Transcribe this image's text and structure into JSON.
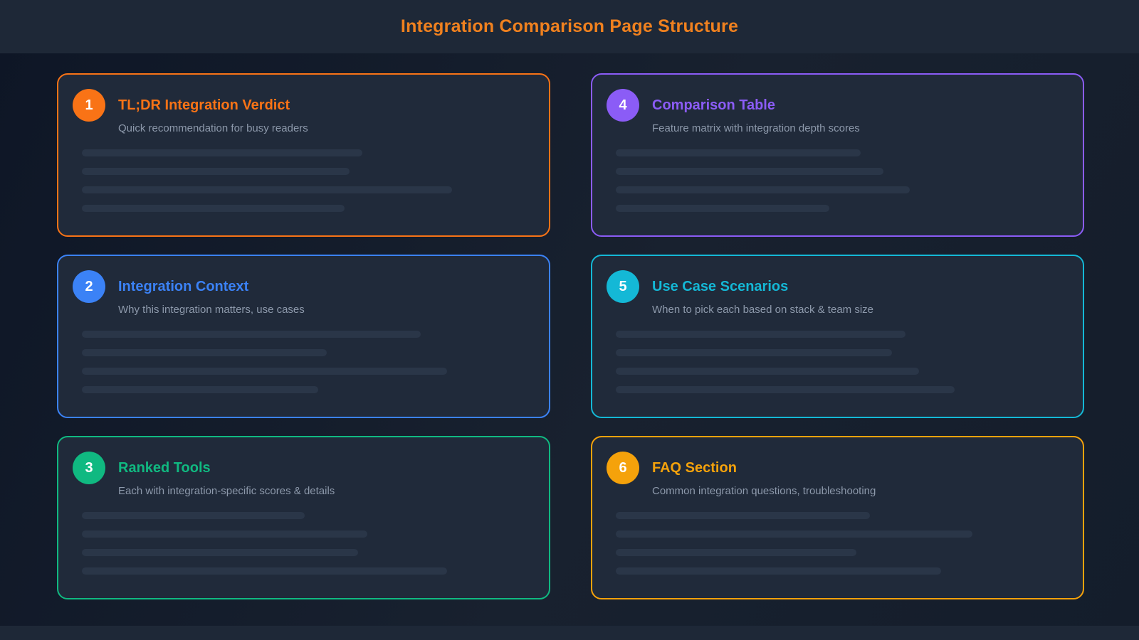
{
  "header": {
    "title": "Integration Comparison Page Structure",
    "accent": "#f0811f"
  },
  "cards": [
    {
      "number": "1",
      "title": "TL;DR Integration Verdict",
      "subtitle": "Quick recommendation for busy readers",
      "accent": "#f97316",
      "bars": [
        63,
        60,
        83,
        59
      ]
    },
    {
      "number": "2",
      "title": "Integration Context",
      "subtitle": "Why this integration matters, use cases",
      "accent": "#3b82f6",
      "bars": [
        76,
        55,
        82,
        53
      ]
    },
    {
      "number": "3",
      "title": "Ranked Tools",
      "subtitle": "Each with integration-specific scores & details",
      "accent": "#10b981",
      "bars": [
        50,
        64,
        62,
        82
      ]
    },
    {
      "number": "4",
      "title": "Comparison Table",
      "subtitle": "Feature matrix with integration depth scores",
      "accent": "#8b5cf6",
      "bars": [
        55,
        60,
        66,
        48
      ]
    },
    {
      "number": "5",
      "title": "Use Case Scenarios",
      "subtitle": "When to pick each based on stack & team size",
      "accent": "#14b8d6",
      "bars": [
        65,
        62,
        68,
        76
      ]
    },
    {
      "number": "6",
      "title": "FAQ Section",
      "subtitle": "Common integration questions, troubleshooting",
      "accent": "#f5a20b",
      "bars": [
        57,
        80,
        54,
        73
      ]
    }
  ]
}
